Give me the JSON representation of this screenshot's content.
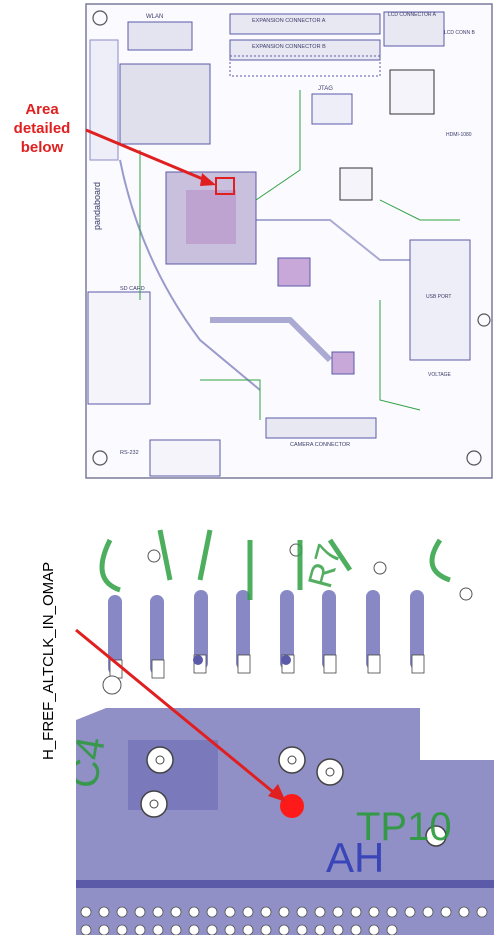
{
  "callout": {
    "line1": "Area",
    "line2": "detailed",
    "line3": "below"
  },
  "board_labels": {
    "wlan": "WLAN",
    "expansion_a": "EXPANSION CONNECTOR A",
    "expansion_b": "EXPANSION CONNECTOR B",
    "lcd_a": "LCD CONNECTOR A",
    "lcd_b": "LCD CONN B",
    "jtag": "JTAG",
    "pandaboard": "pandaboard",
    "camera": "CAMERA CONNECTOR",
    "rs232": "RS-232",
    "sd_card": "SD CARD",
    "usb_port": "USB PORT",
    "voltage": "VOLTAGE",
    "hdmi": "HDMI-1080"
  },
  "detail": {
    "signal_name": "H_FREF_ALTCLK_IN_OMAP",
    "tp_label": "TP10",
    "ah_label": "AH",
    "ref_c4": "C4",
    "ref_r7": "R7"
  },
  "colors": {
    "trace_blue": "#5a5aa8",
    "silk_green": "#2ea043",
    "arrow_red": "#e02020",
    "dot_red": "#ff1a1a"
  }
}
